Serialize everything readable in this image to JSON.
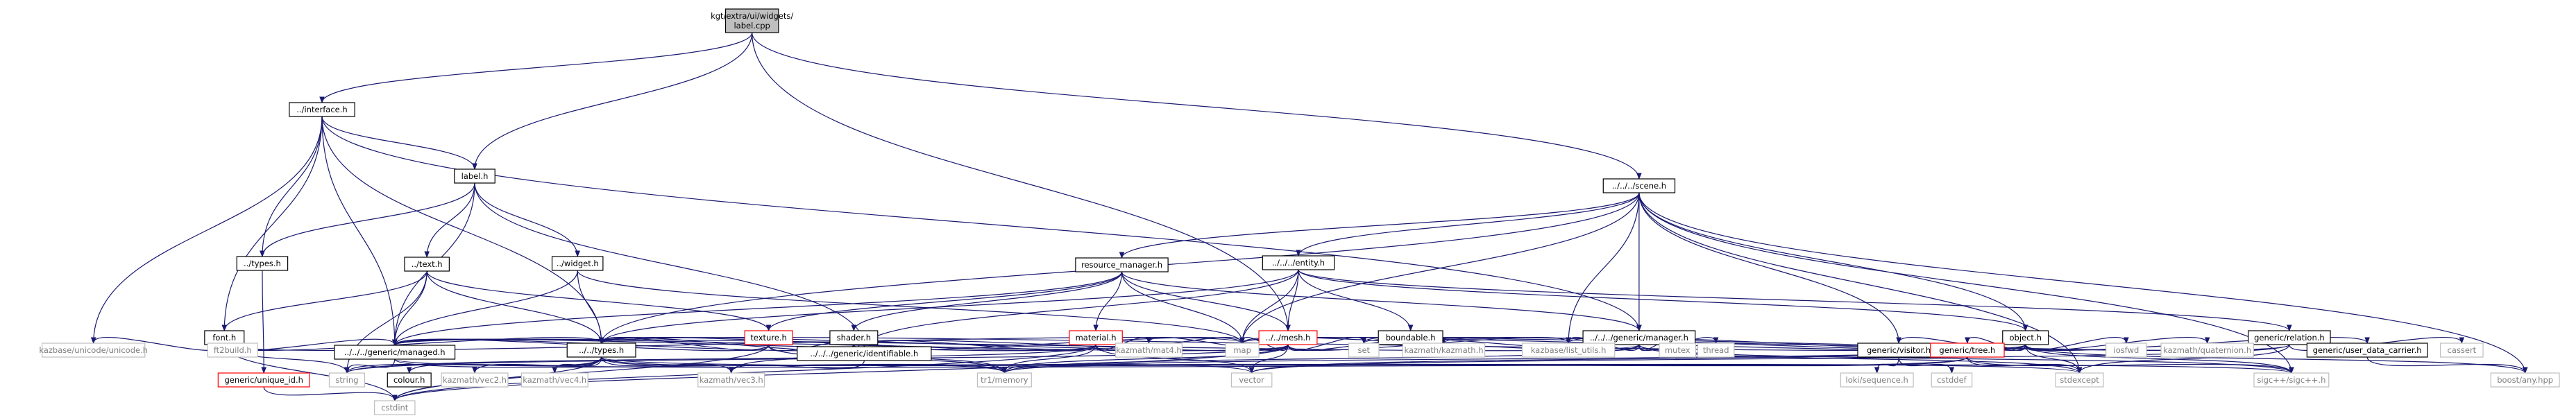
{
  "diagram": {
    "type": "include-dependency-graph",
    "colors": {
      "root_fill": "#bfbfbf",
      "node_border": "#000000",
      "missing_border": "#bfbfbf",
      "missing_text": "#808080",
      "red_border": "#ff0000",
      "edge_default": "#191970",
      "edge_gray": "#a9a9a9",
      "label_text": "#000000"
    },
    "nodes": [
      {
        "id": "root",
        "label": "kgt/extra/ui/widgets/label.cpp",
        "kind": "root"
      },
      {
        "id": "interface",
        "label": "../interface.h",
        "kind": "file"
      },
      {
        "id": "label_h",
        "label": "label.h",
        "kind": "file"
      },
      {
        "id": "scene",
        "label": "../../../scene.h",
        "kind": "file"
      },
      {
        "id": "types_a",
        "label": "../types.h",
        "kind": "file"
      },
      {
        "id": "text",
        "label": "../text.h",
        "kind": "file"
      },
      {
        "id": "widget",
        "label": "../widget.h",
        "kind": "file"
      },
      {
        "id": "resmgr",
        "label": "resource_manager.h",
        "kind": "file"
      },
      {
        "id": "entity",
        "label": "../../../entity.h",
        "kind": "file"
      },
      {
        "id": "font",
        "label": "font.h",
        "kind": "file"
      },
      {
        "id": "texture",
        "label": "texture.h",
        "kind": "red"
      },
      {
        "id": "shader",
        "label": "shader.h",
        "kind": "file"
      },
      {
        "id": "material",
        "label": "material.h",
        "kind": "red"
      },
      {
        "id": "mesh",
        "label": "../../mesh.h",
        "kind": "red"
      },
      {
        "id": "boundable",
        "label": "boundable.h",
        "kind": "file"
      },
      {
        "id": "gmanager",
        "label": "../../../generic/manager.h",
        "kind": "file"
      },
      {
        "id": "object",
        "label": "object.h",
        "kind": "file"
      },
      {
        "id": "relation",
        "label": "generic/relation.h",
        "kind": "file"
      },
      {
        "id": "kbunicode",
        "label": "kazbase/unicode/unicode.h",
        "kind": "missing"
      },
      {
        "id": "ft2build",
        "label": "ft2build.h",
        "kind": "missing"
      },
      {
        "id": "gmanaged",
        "label": "../../../generic/managed.h",
        "kind": "file"
      },
      {
        "id": "types_b",
        "label": "../../types.h",
        "kind": "file"
      },
      {
        "id": "gident",
        "label": "../../../generic/identifiable.h",
        "kind": "file"
      },
      {
        "id": "mat4",
        "label": "kazmath/mat4.h",
        "kind": "missing"
      },
      {
        "id": "map",
        "label": "map",
        "kind": "missing"
      },
      {
        "id": "set",
        "label": "set",
        "kind": "missing"
      },
      {
        "id": "kazmathh",
        "label": "kazmath/kazmath.h",
        "kind": "missing"
      },
      {
        "id": "listutils",
        "label": "kazbase/list_utils.h",
        "kind": "missing"
      },
      {
        "id": "mutex",
        "label": "mutex",
        "kind": "missing"
      },
      {
        "id": "thread",
        "label": "thread",
        "kind": "missing"
      },
      {
        "id": "gvisitor",
        "label": "generic/visitor.h",
        "kind": "file"
      },
      {
        "id": "gtree",
        "label": "generic/tree.h",
        "kind": "red"
      },
      {
        "id": "iosfwd",
        "label": "iosfwd",
        "kind": "missing"
      },
      {
        "id": "quaternion",
        "label": "kazmath/quaternion.h",
        "kind": "missing"
      },
      {
        "id": "udc",
        "label": "generic/user_data_carrier.h",
        "kind": "file"
      },
      {
        "id": "cassert",
        "label": "cassert",
        "kind": "missing"
      },
      {
        "id": "uniqueid",
        "label": "generic/unique_id.h",
        "kind": "red"
      },
      {
        "id": "string",
        "label": "string",
        "kind": "missing"
      },
      {
        "id": "colour",
        "label": "colour.h",
        "kind": "file"
      },
      {
        "id": "vec2",
        "label": "kazmath/vec2.h",
        "kind": "missing"
      },
      {
        "id": "vec4",
        "label": "kazmath/vec4.h",
        "kind": "missing"
      },
      {
        "id": "vec3",
        "label": "kazmath/vec3.h",
        "kind": "missing"
      },
      {
        "id": "tr1memory",
        "label": "tr1/memory",
        "kind": "missing"
      },
      {
        "id": "vector",
        "label": "vector",
        "kind": "missing"
      },
      {
        "id": "lokiseq",
        "label": "loki/sequence.h",
        "kind": "missing"
      },
      {
        "id": "cstddef",
        "label": "cstddef",
        "kind": "missing"
      },
      {
        "id": "stdexcept",
        "label": "stdexcept",
        "kind": "missing"
      },
      {
        "id": "sigc",
        "label": "sigc++/sigc++.h",
        "kind": "missing"
      },
      {
        "id": "boostany",
        "label": "boost/any.hpp",
        "kind": "missing"
      },
      {
        "id": "cstdint",
        "label": "cstdint",
        "kind": "missing"
      }
    ],
    "edges": [
      [
        "root",
        "interface"
      ],
      [
        "root",
        "label_h"
      ],
      [
        "root",
        "scene"
      ],
      [
        "root",
        "mesh"
      ],
      [
        "interface",
        "label_h"
      ],
      [
        "interface",
        "types_a"
      ],
      [
        "interface",
        "font"
      ],
      [
        "interface",
        "kbunicode"
      ],
      [
        "interface",
        "gmanaged"
      ],
      [
        "interface",
        "types_b"
      ],
      [
        "interface",
        "gmanager"
      ],
      [
        "label_h",
        "types_a"
      ],
      [
        "label_h",
        "text"
      ],
      [
        "label_h",
        "widget"
      ],
      [
        "label_h",
        "gmanaged"
      ],
      [
        "label_h",
        "gident"
      ],
      [
        "types_a",
        "uniqueid"
      ],
      [
        "text",
        "font"
      ],
      [
        "text",
        "gmanaged"
      ],
      [
        "text",
        "types_b"
      ],
      [
        "text",
        "string"
      ],
      [
        "text",
        "texture"
      ],
      [
        "widget",
        "gmanaged"
      ],
      [
        "widget",
        "types_b"
      ],
      [
        "widget",
        "map"
      ],
      [
        "scene",
        "resmgr"
      ],
      [
        "scene",
        "entity"
      ],
      [
        "scene",
        "gmanager"
      ],
      [
        "scene",
        "object"
      ],
      [
        "scene",
        "gvisitor"
      ],
      [
        "scene",
        "types_b"
      ],
      [
        "scene",
        "map"
      ],
      [
        "scene",
        "listutils"
      ],
      [
        "scene",
        "stdexcept"
      ],
      [
        "scene",
        "sigc"
      ],
      [
        "scene",
        "boostany"
      ],
      [
        "resmgr",
        "texture"
      ],
      [
        "resmgr",
        "shader"
      ],
      [
        "resmgr",
        "material"
      ],
      [
        "resmgr",
        "mesh"
      ],
      [
        "resmgr",
        "gmanager"
      ],
      [
        "resmgr",
        "gmanaged"
      ],
      [
        "resmgr",
        "map"
      ],
      [
        "entity",
        "boundable"
      ],
      [
        "entity",
        "object"
      ],
      [
        "entity",
        "mesh"
      ],
      [
        "entity",
        "types_b"
      ],
      [
        "entity",
        "map"
      ],
      [
        "entity",
        "gident"
      ],
      [
        "entity",
        "relation"
      ],
      [
        "font",
        "kbunicode"
      ],
      [
        "font",
        "ft2build"
      ],
      [
        "font",
        "gmanaged"
      ],
      [
        "font",
        "types_b"
      ],
      [
        "font",
        "string"
      ],
      [
        "font",
        "map"
      ],
      [
        "font",
        "cstdint"
      ],
      [
        "texture",
        "types_b"
      ],
      [
        "texture",
        "gmanaged"
      ],
      [
        "texture",
        "gident"
      ],
      [
        "texture",
        "tr1memory"
      ],
      [
        "texture",
        "cstdint"
      ],
      [
        "shader",
        "types_b"
      ],
      [
        "shader",
        "gmanaged"
      ],
      [
        "shader",
        "gident"
      ],
      [
        "shader",
        "map"
      ],
      [
        "shader",
        "vec3"
      ],
      [
        "shader",
        "tr1memory"
      ],
      [
        "material",
        "types_b"
      ],
      [
        "material",
        "gident"
      ],
      [
        "material",
        "gmanaged"
      ],
      [
        "material",
        "mat4"
      ],
      [
        "material",
        "map"
      ],
      [
        "material",
        "tr1memory"
      ],
      [
        "material",
        "cstdint"
      ],
      [
        "material",
        "string"
      ],
      [
        "material",
        "vector"
      ],
      [
        "mesh",
        "types_b"
      ],
      [
        "mesh",
        "gident"
      ],
      [
        "mesh",
        "gmanaged"
      ],
      [
        "mesh",
        "map"
      ],
      [
        "mesh",
        "set"
      ],
      [
        "mesh",
        "kazmathh"
      ],
      [
        "mesh",
        "listutils"
      ],
      [
        "mesh",
        "vector"
      ],
      [
        "mesh",
        "tr1memory"
      ],
      [
        "mesh",
        "cstdint"
      ],
      [
        "mesh",
        "mat4"
      ],
      [
        "mesh",
        "string"
      ],
      [
        "boundable",
        "kazmathh"
      ],
      [
        "gmanager",
        "listutils"
      ],
      [
        "gmanager",
        "map"
      ],
      [
        "gmanager",
        "set"
      ],
      [
        "gmanager",
        "mutex"
      ],
      [
        "gmanager",
        "thread"
      ],
      [
        "gmanager",
        "tr1memory"
      ],
      [
        "gmanager",
        "sigc"
      ],
      [
        "gmanager",
        "stdexcept"
      ],
      [
        "gmanager",
        "gmanaged"
      ],
      [
        "object",
        "gvisitor"
      ],
      [
        "object",
        "gtree"
      ],
      [
        "object",
        "iosfwd"
      ],
      [
        "object",
        "quaternion"
      ],
      [
        "object",
        "udc"
      ],
      [
        "object",
        "sigc"
      ],
      [
        "object",
        "types_b"
      ],
      [
        "object",
        "stdexcept"
      ],
      [
        "object",
        "vector"
      ],
      [
        "object",
        "tr1memory"
      ],
      [
        "object",
        "map"
      ],
      [
        "object",
        "kazmathh"
      ],
      [
        "object",
        "listutils"
      ],
      [
        "object",
        "boostany"
      ],
      [
        "relation",
        "cassert"
      ],
      [
        "relation",
        "stdexcept"
      ],
      [
        "relation",
        "vector"
      ],
      [
        "relation",
        "map"
      ],
      [
        "relation",
        "set"
      ],
      [
        "gvisitor",
        "lokiseq"
      ],
      [
        "gvisitor",
        "cstddef"
      ],
      [
        "gtree",
        "stdexcept"
      ],
      [
        "gtree",
        "vector"
      ],
      [
        "gtree",
        "sigc"
      ],
      [
        "gtree",
        "tr1memory"
      ],
      [
        "udc",
        "boostany"
      ],
      [
        "types_b",
        "string"
      ],
      [
        "types_b",
        "colour"
      ],
      [
        "types_b",
        "vec2"
      ],
      [
        "types_b",
        "vec3"
      ],
      [
        "types_b",
        "vec4"
      ],
      [
        "types_b",
        "cstdint"
      ],
      [
        "types_b",
        "tr1memory"
      ],
      [
        "types_b",
        "vector"
      ],
      [
        "types_b",
        "stdexcept"
      ],
      [
        "uniqueid",
        "cstdint"
      ],
      [
        "gmanaged",
        "string"
      ],
      [
        "gmanaged",
        "tr1memory"
      ],
      [
        "gmanaged",
        "sigc"
      ],
      [
        "gident",
        "vec3"
      ]
    ]
  }
}
